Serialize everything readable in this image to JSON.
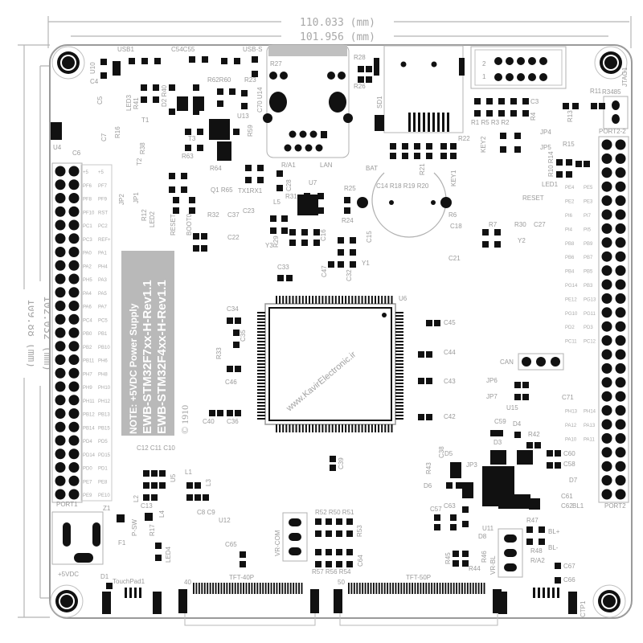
{
  "dimensions": {
    "width_outer": "110.033 (mm)",
    "width_inner": "101.956 (mm)",
    "height_outer": "109.88 (mm)",
    "height_inner": "102.032 (mm)"
  },
  "note": {
    "line1": "NOTE: +5VDC Power Supply",
    "line2": "EWB-STM32F7xx-H-Rev1.1",
    "line3": "EWB-STM32F4xx-H-Rev1.1",
    "copyright": "© 1910"
  },
  "watermark": "www.KavirElectronic.ir",
  "connectors": {
    "lan": "LAN",
    "sd": "SD1",
    "jtag": "JTAG1",
    "jtag_pin2": "2",
    "jtag_pin1": "1",
    "rs485": "R3485",
    "bat": "BAT",
    "port1": "PORT1",
    "port2": "PORT2",
    "port2_2": "PORT2-2",
    "power": "+5VDC",
    "tft40": "TFT-40P",
    "tft50": "TFT-50P",
    "tft40_pin_first": "40",
    "tft50_pin_first": "50",
    "touchpad": "TouchPad1",
    "ctp": "CTP1",
    "mcu": "U6",
    "can": "CAN",
    "vr_com": "VR-COM",
    "vr_bl": "VR-BL"
  },
  "port1_pins": {
    "left": [
      "+5",
      "PF6",
      "PF8",
      "PF10",
      "PC1",
      "PC3",
      "PA0",
      "PA2",
      "PH5",
      "PA4",
      "PA6",
      "PC4",
      "PB0",
      "PB2",
      "PB11",
      "PH7",
      "PH9",
      "PH11",
      "PB12",
      "PB14",
      "PD4",
      "PD14",
      "PD0",
      "PE7",
      "PE9"
    ],
    "right": [
      "+5",
      "PF7",
      "PF9",
      "RST",
      "PC2",
      "REF+",
      "PA1",
      "PH4",
      "PA3",
      "PA5",
      "PA7",
      "PC5",
      "PB1",
      "PB10",
      "PH6",
      "PH8",
      "PH10",
      "PH12",
      "PB13",
      "PB15",
      "PD5",
      "PD15",
      "PD1",
      "PE8",
      "PE10"
    ]
  },
  "port2_pins": {
    "left": [
      "PE4",
      "PE2",
      "PI6",
      "PI4",
      "PB8",
      "PB6",
      "PB4",
      "PG14",
      "PE12",
      "PG10",
      "PD2",
      "PC11",
      "PH13",
      "PA12",
      "PA10"
    ],
    "right": [
      "PE5",
      "PE3",
      "PI7",
      "PI5",
      "PB9",
      "PB7",
      "PB5",
      "PB3",
      "PG13",
      "PG11",
      "PD3",
      "PC12",
      "PH14",
      "PA13",
      "PA11"
    ]
  },
  "components": [
    "U10",
    "USB1",
    "C54C55",
    "USB-S",
    "R27",
    "R28",
    "R26",
    "C4",
    "C5",
    "LED3",
    "R41",
    "D2 R40",
    "R62R60",
    "R23",
    "C70 U14",
    "T1",
    "U13",
    "R1 R5 R3 R2",
    "R4",
    "C3",
    "R11",
    "R13",
    "JP4",
    "JP5",
    "R22",
    "U4",
    "C6",
    "R16",
    "C7",
    "T3",
    "R38",
    "T2",
    "R63",
    "R59",
    "KEY2",
    "R15",
    "R/A1",
    "C14 R18 R19 R20",
    "R21",
    "KEY1",
    "R10 R14",
    "LED1",
    "RESET",
    "R64",
    "Q1 R65",
    "TX1RX1",
    "L5",
    "R31",
    "U7",
    "R25",
    "C28",
    "JP2",
    "JP1",
    "R12",
    "LED2",
    "RESET",
    "BOOT0",
    "R32",
    "C37",
    "C23",
    "R24",
    "R6",
    "R7",
    "R30",
    "C27",
    "C18",
    "Y2",
    "C21",
    "C22",
    "Y3",
    "R29",
    "C16",
    "C15",
    "Y1",
    "C33",
    "C47",
    "C32",
    "C34",
    "C45",
    "C35",
    "R33",
    "C44",
    "C46",
    "C43",
    "JP6",
    "JP7",
    "U15",
    "C71",
    "C40",
    "C36",
    "C42",
    "C59",
    "D4",
    "R42",
    "D3",
    "C12 C11 C10",
    "C38",
    "D5",
    "R43",
    "JP3",
    "C60",
    "C58",
    "C39",
    "L1",
    "U5",
    "L3",
    "D6",
    "D7",
    "C61",
    "C62",
    "BL1",
    "L2",
    "C13",
    "C8 C9",
    "Z1",
    "C57",
    "C63",
    "U12",
    "R52 R50 R51",
    "R53",
    "F1",
    "P-SW",
    "R17",
    "L4",
    "C65",
    "U11",
    "D8",
    "R47",
    "BL+",
    "BL-",
    "R48",
    "R45",
    "R46",
    "R44",
    "R/A2",
    "C67",
    "C66",
    "LED4",
    "R57 R56 R54",
    "C64",
    "D1"
  ],
  "colors": {
    "silkscreen": "#9a9a9a",
    "pad": "#111111",
    "note_box": "#b9b9b9",
    "outline": "#b0b0b0"
  }
}
